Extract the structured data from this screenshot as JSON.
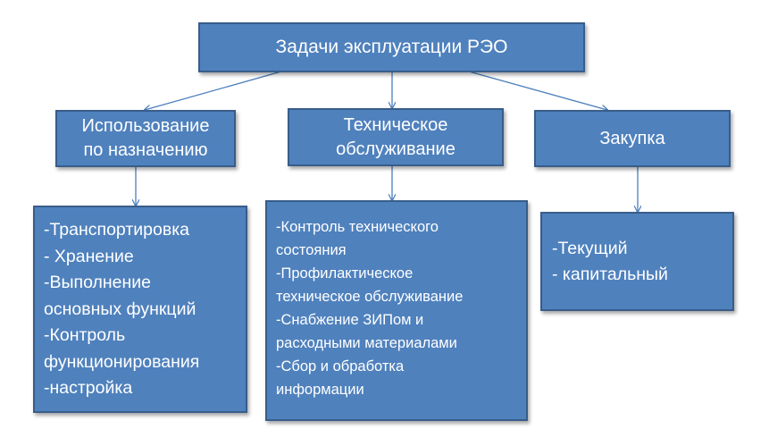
{
  "root": {
    "title": "Задачи эксплуатации РЭО"
  },
  "categories": [
    {
      "label_line1": "Использование",
      "label_line2": "по назначению",
      "items": [
        "-Транспортировка",
        "- Хранение",
        "-Выполнение",
        "основных функций",
        "-Контроль",
        "функционирования",
        "-настройка"
      ]
    },
    {
      "label_line1": "Техническое",
      "label_line2": "обслуживание",
      "items": [
        "-Контроль технического\nсостояния",
        "-Профилактическое\nтехническое обслуживание",
        "-Снабжение ЗИПом и\nрасходными материалами",
        "-Сбор и обработка\nинформации"
      ]
    },
    {
      "label_line1": "Закупка",
      "items": [
        "-Текущий",
        "- капитальный"
      ]
    }
  ],
  "colors": {
    "box_fill": "#4f81bd",
    "box_border": "#385d8a",
    "text": "#ffffff",
    "connector": "#4a7ebb"
  }
}
